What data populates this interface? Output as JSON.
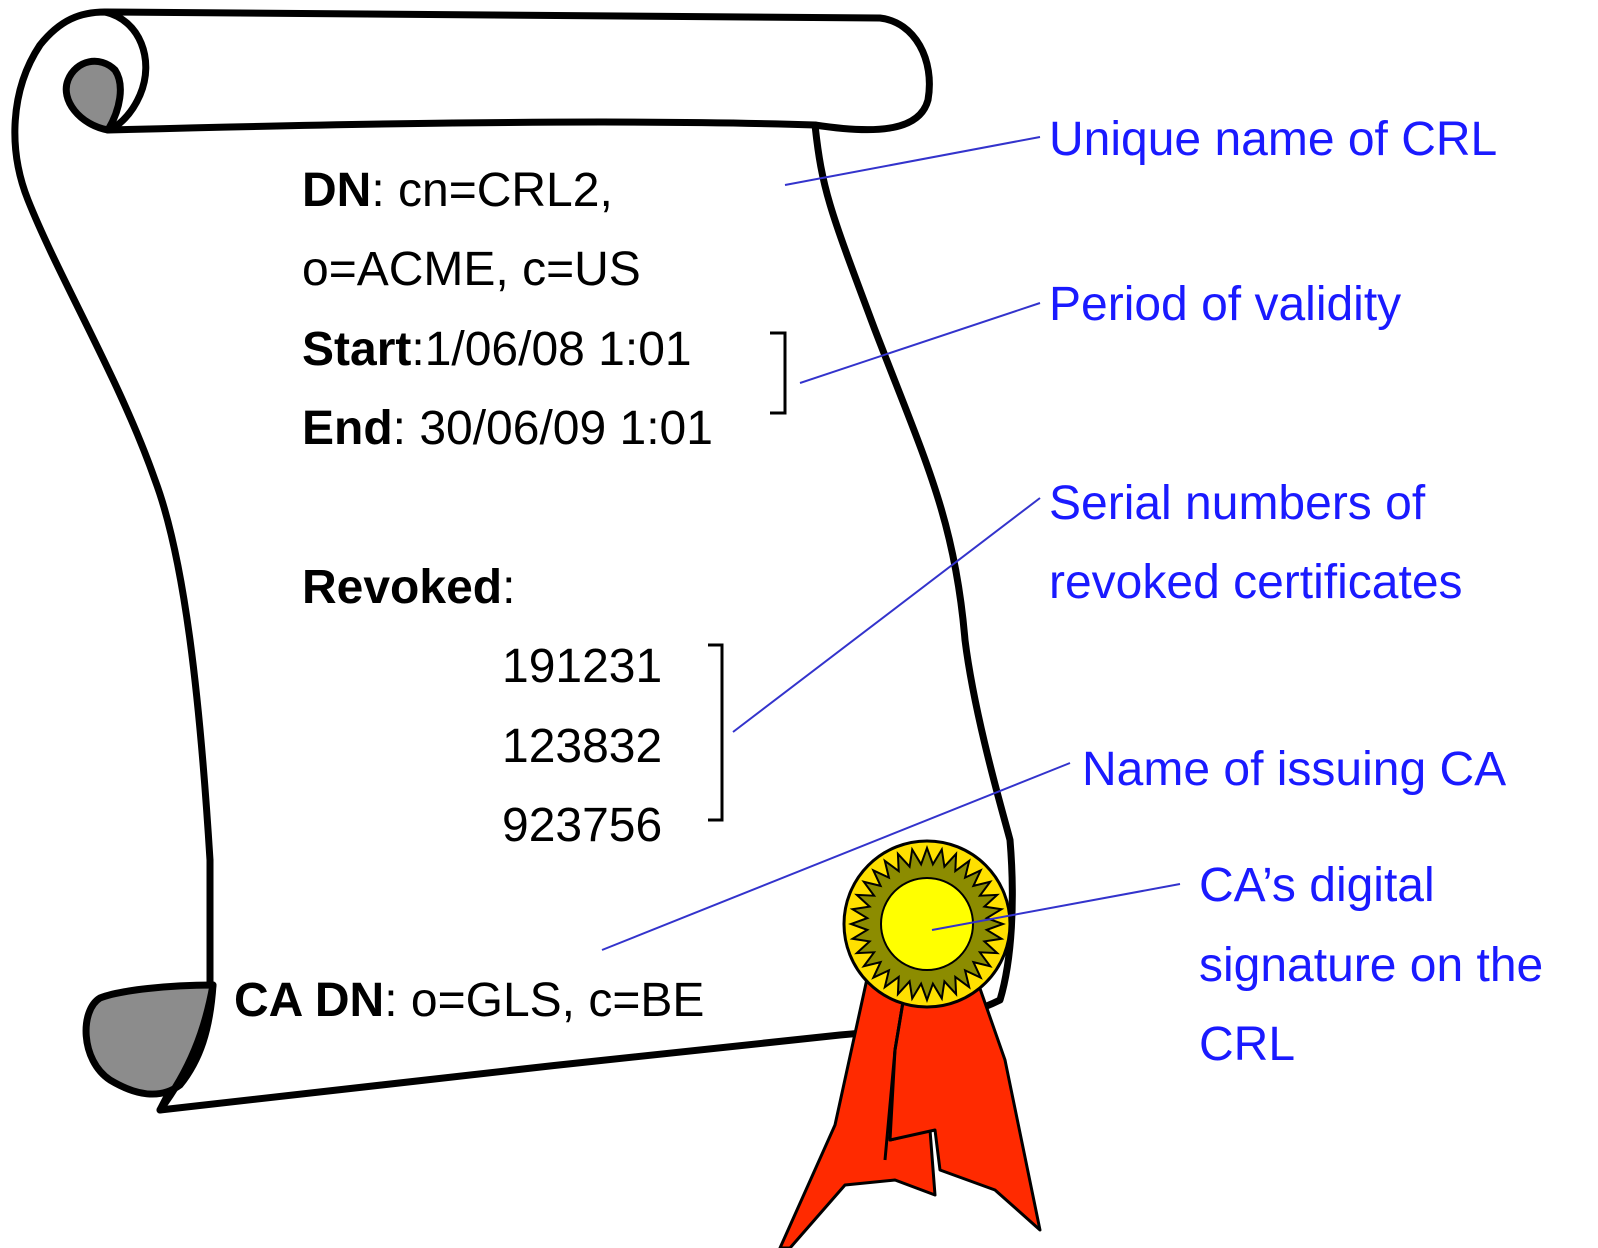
{
  "document": {
    "dn_label": "DN",
    "dn_value_line1": ": cn=CRL2,",
    "dn_value_line2": "o=ACME, c=US",
    "start_label": "Start",
    "start_value": ":1/06/08 1:01",
    "end_label": "End",
    "end_value": ": 30/06/09 1:01",
    "revoked_label": "Revoked",
    "revoked_suffix": ":",
    "revoked_serials": [
      "191231",
      "123832",
      "923756"
    ],
    "ca_dn_label": "CA DN",
    "ca_dn_value": ": o=GLS, c=BE"
  },
  "callouts": {
    "unique_name": "Unique name of CRL",
    "validity": "Period of validity",
    "serials_line1": "Serial numbers of",
    "serials_line2": "revoked certificates",
    "issuing_ca": "Name of issuing CA",
    "signature_line1": "CA’s digital",
    "signature_line2": "signature on the",
    "signature_line3": "CRL"
  },
  "colors": {
    "callout_text": "#1a1aff",
    "leader_line": "#3333cc",
    "scroll_outline": "#000000",
    "scroll_roll": "#8c8c8c",
    "seal_outer": "#ffe000",
    "seal_ring": "#8c8c00",
    "seal_center": "#ffff00",
    "ribbon": "#ff2a00"
  }
}
